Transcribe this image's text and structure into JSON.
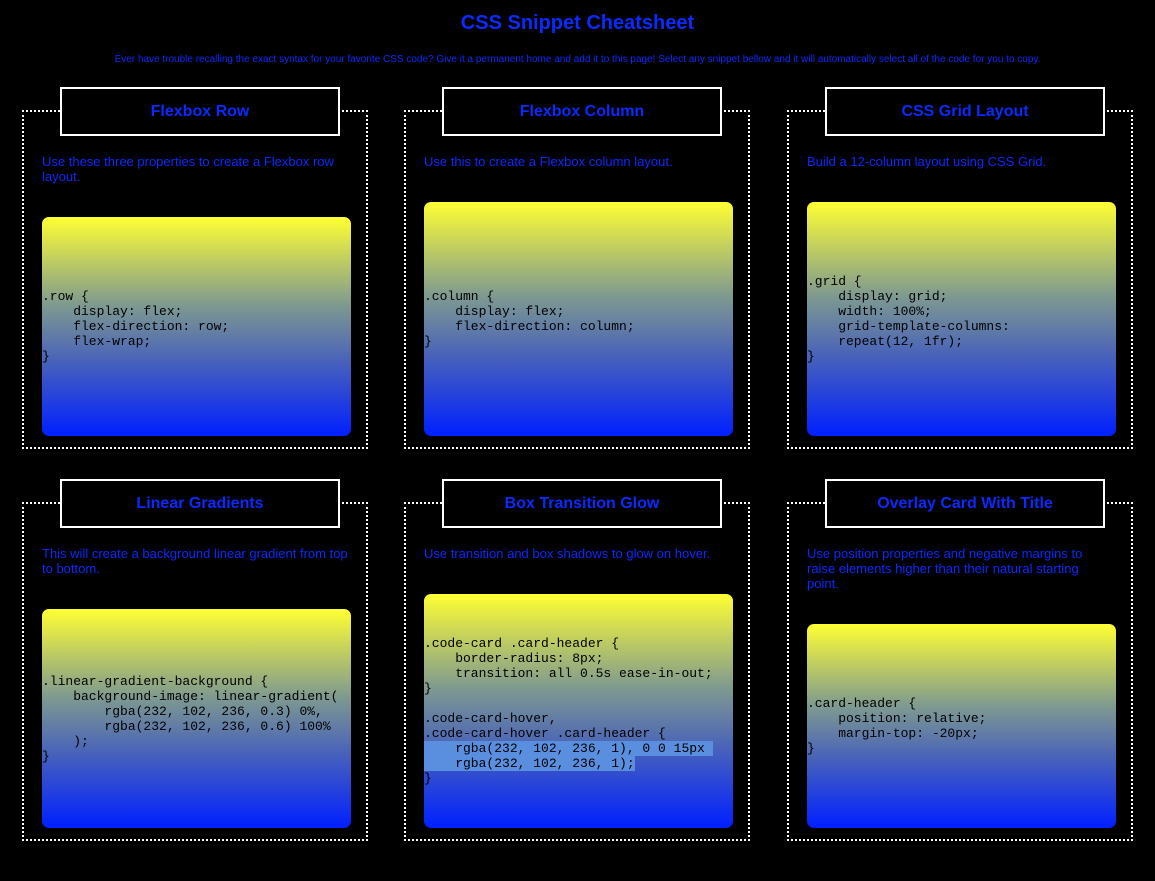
{
  "page": {
    "title": "CSS Snippet Cheatsheet",
    "intro": "Ever have trouble recalling the exact syntax for your favorite CSS code? Give it a permanent home and add it to this page! Select any snippet bellow and it will automatically select all of the code for you to copy."
  },
  "cards": [
    {
      "title": "Flexbox Row",
      "description": "Use these three properties to create a Flexbox row layout.",
      "code": ".row {\n    display: flex;\n    flex-direction: row;\n    flex-wrap;\n}"
    },
    {
      "title": "Flexbox Column",
      "description": "Use this to create a Flexbox column layout.",
      "code": ".column {\n    display: flex;\n    flex-direction: column;\n}"
    },
    {
      "title": "CSS Grid Layout",
      "description": "Build a 12-column layout using CSS Grid.",
      "code": ".grid {\n    display: grid;\n    width: 100%;\n    grid-template-columns:\n    repeat(12, 1fr);\n}"
    },
    {
      "title": "Linear Gradients",
      "description": "This will create a background linear gradient from top to bottom.",
      "code": ".linear-gradient-background {\n    background-image: linear-gradient(\n        rgba(232, 102, 236, 0.3) 0%,\n        rgba(232, 102, 236, 0.6) 100%\n    );\n}"
    },
    {
      "title": "Box Transition Glow",
      "description": "Use transition and box shadows to glow on hover.",
      "code_top": ".code-card .card-header {\n    border-radius: 8px;\n    transition: all 0.5s ease-in-out;\n}\n\n.code-card-hover,\n.code-card-hover .card-header {",
      "code_sel1": "    rgba(232, 102, 236, 1), 0 0 15px ",
      "code_sel2": "    rgba(232, 102, 236, 1);",
      "code_end": "}"
    },
    {
      "title": "Overlay Card With Title",
      "description": "Use position properties and negative margins to raise elements higher than their natural starting point.",
      "code": ".card-header {\n    position: relative;\n    margin-top: -20px;\n}"
    }
  ]
}
